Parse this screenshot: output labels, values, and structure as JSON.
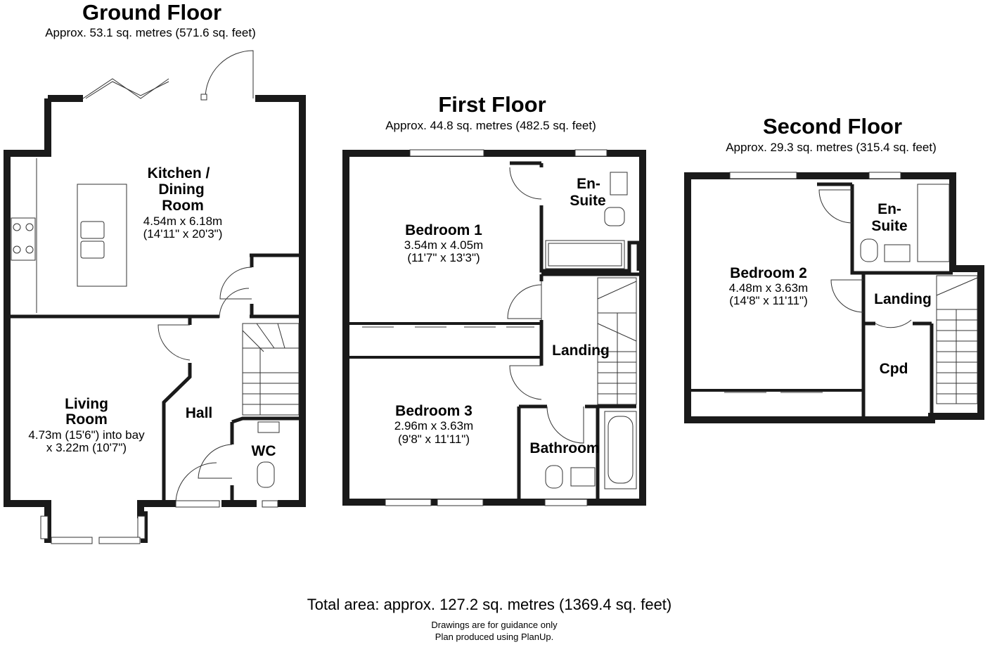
{
  "ground_floor": {
    "title": "Ground Floor",
    "area": "Approx. 53.1 sq. metres (571.6 sq. feet)",
    "rooms": {
      "kitchen": {
        "name_line1": "Kitchen /",
        "name_line2": "Dining",
        "name_line3": "Room",
        "dim_line1": "4.54m x 6.18m",
        "dim_line2": "(14'11\" x 20'3\")"
      },
      "living": {
        "name_line1": "Living",
        "name_line2": "Room",
        "dim_line1": "4.73m (15'6\") into bay",
        "dim_line2": "x 3.22m (10'7\")"
      },
      "hall": {
        "name": "Hall"
      },
      "wc": {
        "name": "WC"
      }
    }
  },
  "first_floor": {
    "title": "First Floor",
    "area": "Approx. 44.8 sq. metres (482.5 sq. feet)",
    "rooms": {
      "bedroom1": {
        "name": "Bedroom 1",
        "dim_line1": "3.54m x 4.05m",
        "dim_line2": "(11'7\" x 13'3\")"
      },
      "ensuite": {
        "name_line1": "En-",
        "name_line2": "Suite"
      },
      "landing": {
        "name": "Landing"
      },
      "bedroom3": {
        "name": "Bedroom 3",
        "dim_line1": "2.96m x 3.63m",
        "dim_line2": "(9'8\" x 11'11\")"
      },
      "bathroom": {
        "name": "Bathroom"
      }
    }
  },
  "second_floor": {
    "title": "Second Floor",
    "area": "Approx. 29.3 sq. metres (315.4 sq. feet)",
    "rooms": {
      "bedroom2": {
        "name": "Bedroom 2",
        "dim_line1": "4.48m x 3.63m",
        "dim_line2": "(14'8\" x 11'11\")"
      },
      "ensuite": {
        "name_line1": "En-",
        "name_line2": "Suite"
      },
      "landing": {
        "name": "Landing"
      },
      "cupboard": {
        "name": "Cpd"
      }
    }
  },
  "footer": {
    "total": "Total area: approx. 127.2 sq. metres (1369.4 sq. feet)",
    "note_line1": "Drawings are for guidance only",
    "note_line2": "Plan produced using PlanUp."
  },
  "colors": {
    "wall": "#1a1a1a",
    "background": "#ffffff"
  }
}
